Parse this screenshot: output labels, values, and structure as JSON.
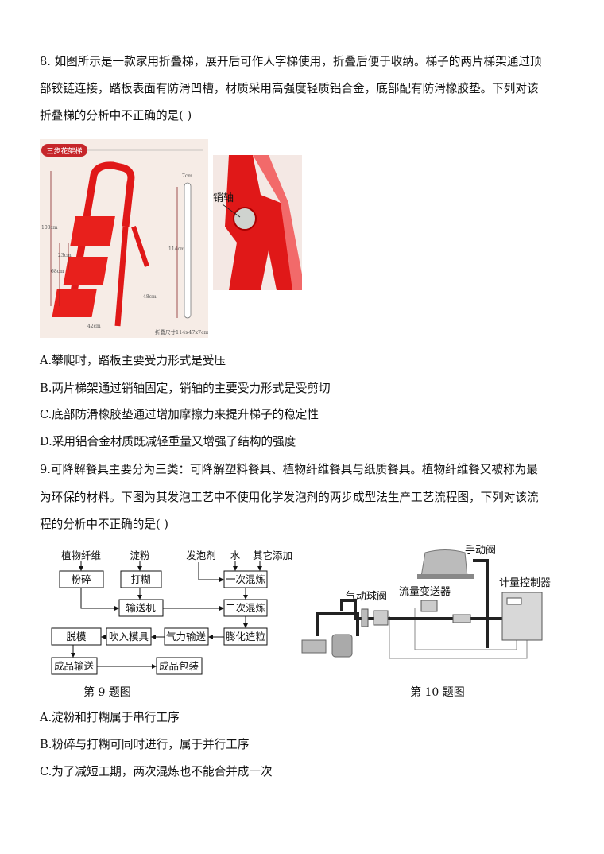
{
  "q8": {
    "lines": [
      "8.  如图所示是一款家用折叠梯，展开后可作人字梯使用，折叠后便于收纳。梯子的两片梯架通过顶",
      "部铰链连接，踏板表面有防滑凹槽，材质采用高强度轻质铝合金，底部配有防滑橡胶垫。下列对该",
      "折叠梯的分析中不正确的是(    )"
    ],
    "figure": {
      "banner": "三步花架梯",
      "dims": [
        "103cm",
        "23cm",
        "68cm",
        "42cm",
        "48cm",
        "7cm",
        "114cm"
      ],
      "folded_size": "折叠尺寸114x47x7cm",
      "pin_label": "销轴"
    },
    "options": [
      "A.攀爬时，踏板主要受力形式是受压",
      "B.两片梯架通过销轴固定，销轴的主要受力形式是受剪切",
      "C.底部防滑橡胶垫通过增加摩擦力来提升梯子的稳定性",
      "D.采用铝合金材质既减轻重量又增强了结构的强度"
    ]
  },
  "q9": {
    "lines": [
      "9.可降解餐具主要分为三类：可降解塑料餐具、植物纤维餐具与纸质餐具。植物纤维餐又被称为最",
      "为环保的材料。下图为其发泡工艺中不使用化学发泡剂的两步成型法生产工艺流程图，下列对该流",
      "程的分析中不正确的是(    )"
    ],
    "flow": {
      "inputs": [
        "植物纤维",
        "淀粉",
        "发泡剂",
        "水",
        "其它添加"
      ],
      "boxes": [
        "粉碎",
        "打糊",
        "输送机",
        "一次混炼",
        "二次混炼",
        "膨化造粒",
        "气力输送",
        "吹入模具",
        "脱模",
        "成品输送",
        "成品包装"
      ],
      "caption": "第 9 题图"
    },
    "fig10": {
      "labels": [
        "手动阀",
        "计量控制器",
        "气动球阀",
        "流量变送器"
      ],
      "caption": "第 10 题图"
    },
    "options": [
      "A.淀粉和打糊属于串行工序",
      "B.粉碎与打糊可同时进行，属于并行工序",
      "C.为了减短工期，两次混炼也不能合并成一次"
    ]
  }
}
